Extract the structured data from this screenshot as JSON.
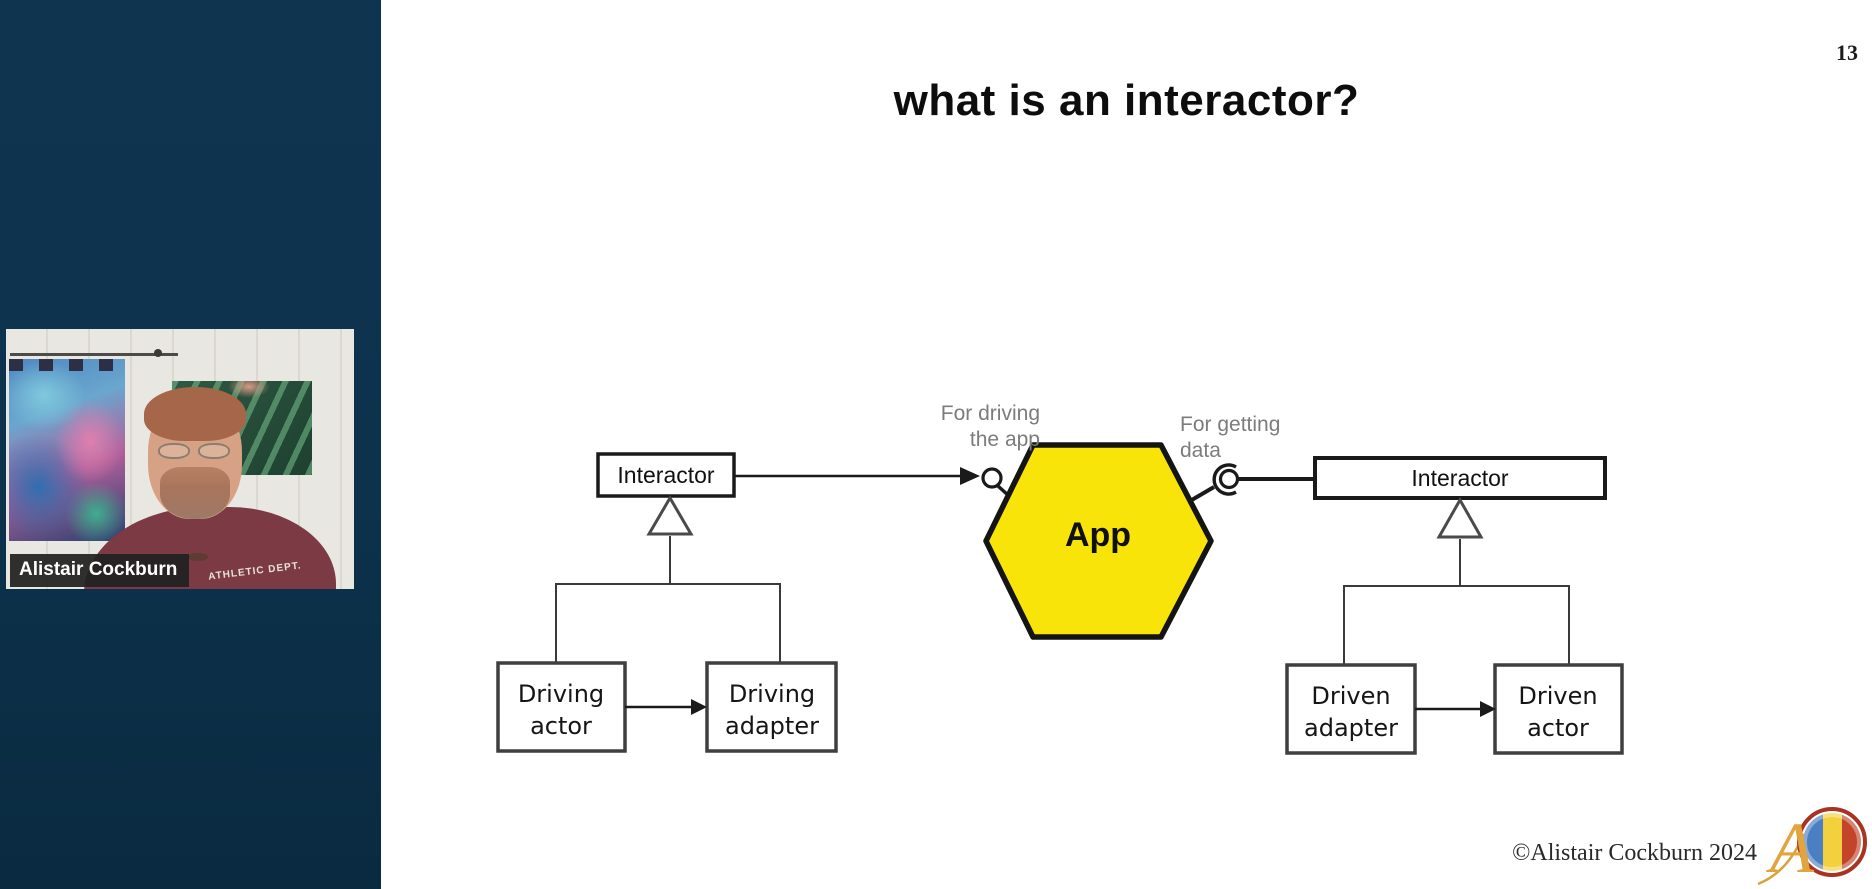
{
  "page": {
    "number": "13"
  },
  "slide": {
    "title": "what is an interactor?",
    "copyright": "©Alistair Cockburn 2024"
  },
  "speaker": {
    "name": "Alistair Cockburn",
    "shirt_text": "ATHLETIC DEPT."
  },
  "diagram": {
    "interactor_left": "Interactor",
    "interactor_right": "Interactor",
    "app": "App",
    "port_left": [
      "For driving",
      "the app"
    ],
    "port_right": [
      "For getting",
      "data"
    ],
    "driving_actor": [
      "Driving",
      "actor"
    ],
    "driving_adapter": [
      "Driving",
      "adapter"
    ],
    "driven_adapter": [
      "Driven",
      "adapter"
    ],
    "driven_actor": [
      "Driven",
      "actor"
    ]
  },
  "colors": {
    "sidebar": "#0d324c",
    "hexagon_fill": "#f8e408",
    "hexagon_border": "#141414",
    "port_label_text": "#7c7c7c",
    "name_tag_bg": "#202020",
    "shirt": "#7c3a44",
    "logo_gold": "#e2a43c"
  }
}
